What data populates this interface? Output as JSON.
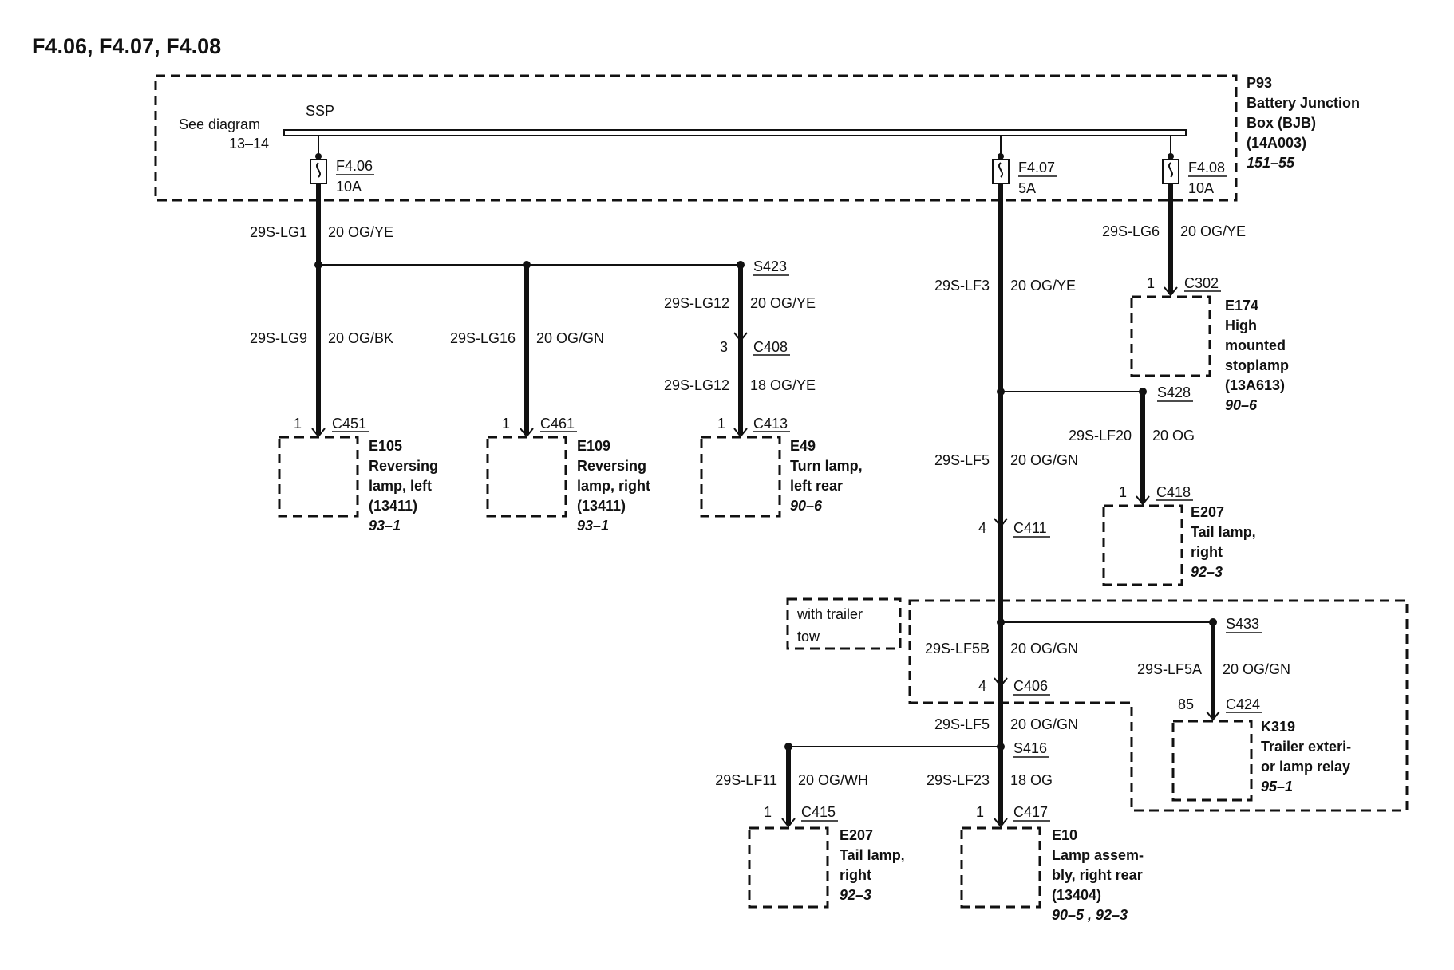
{
  "title": "F4.06, F4.07, F4.08",
  "bjb": {
    "name": "P93",
    "lines": [
      "Battery Junction",
      "Box (BJB)",
      "(14A003)"
    ],
    "ref": "151–55",
    "see_diagram": "See diagram",
    "see_ref": "13–14",
    "bus_label": "SSP"
  },
  "fuses": [
    {
      "id": "F4.06",
      "rating": "10A"
    },
    {
      "id": "F4.07",
      "rating": "5A"
    },
    {
      "id": "F4.08",
      "rating": "10A"
    }
  ],
  "wires": {
    "lg1": {
      "circuit": "29S-LG1",
      "gauge": "20 OG/YE"
    },
    "lg9": {
      "circuit": "29S-LG9",
      "gauge": "20 OG/BK"
    },
    "lg16": {
      "circuit": "29S-LG16",
      "gauge": "20 OG/GN"
    },
    "lg12a": {
      "circuit": "29S-LG12",
      "gauge": "20 OG/YE"
    },
    "lg12b": {
      "circuit": "29S-LG12",
      "gauge": "18 OG/YE"
    },
    "lf3": {
      "circuit": "29S-LF3",
      "gauge": "20 OG/YE"
    },
    "lg6": {
      "circuit": "29S-LG6",
      "gauge": "20 OG/YE"
    },
    "lf20": {
      "circuit": "29S-LF20",
      "gauge": "20 OG"
    },
    "lf5a": {
      "circuit": "29S-LF5",
      "gauge": "20 OG/GN"
    },
    "lf5b": {
      "circuit": "29S-LF5B",
      "gauge": "20 OG/GN"
    },
    "lf5c": {
      "circuit": "29S-LF5",
      "gauge": "20 OG/GN"
    },
    "lf5ax": {
      "circuit": "29S-LF5A",
      "gauge": "20 OG/GN"
    },
    "lf11": {
      "circuit": "29S-LF11",
      "gauge": "20 OG/WH"
    },
    "lf23": {
      "circuit": "29S-LF23",
      "gauge": "18 OG"
    }
  },
  "splices": {
    "s423": "S423",
    "s428": "S428",
    "s433": "S433",
    "s416": "S416"
  },
  "connectors": {
    "c451": {
      "name": "C451",
      "pin": "1"
    },
    "c461": {
      "name": "C461",
      "pin": "1"
    },
    "c408": {
      "name": "C408",
      "pin": "3"
    },
    "c413": {
      "name": "C413",
      "pin": "1"
    },
    "c302": {
      "name": "C302",
      "pin": "1"
    },
    "c418": {
      "name": "C418",
      "pin": "1"
    },
    "c411": {
      "name": "C411",
      "pin": "4"
    },
    "c406": {
      "name": "C406",
      "pin": "4"
    },
    "c424": {
      "name": "C424",
      "pin": "85"
    },
    "c415": {
      "name": "C415",
      "pin": "1"
    },
    "c417": {
      "name": "C417",
      "pin": "1"
    }
  },
  "components": {
    "e105": {
      "lines": [
        "E105",
        "Reversing",
        "lamp, left",
        "(13411)"
      ],
      "ref": "93–1"
    },
    "e109": {
      "lines": [
        "E109",
        "Reversing",
        "lamp, right",
        "(13411)"
      ],
      "ref": "93–1"
    },
    "e49": {
      "lines": [
        "E49",
        "Turn lamp,",
        "left rear"
      ],
      "ref": "90–6"
    },
    "e174": {
      "lines": [
        "E174",
        "High",
        "mounted",
        "stoplamp",
        "(13A613)"
      ],
      "ref": "90–6"
    },
    "e207a": {
      "lines": [
        "E207",
        "Tail lamp,",
        "right"
      ],
      "ref": "92–3"
    },
    "k319": {
      "lines": [
        "K319",
        "Trailer exteri-",
        "or lamp relay"
      ],
      "ref": "95–1"
    },
    "e207b": {
      "lines": [
        "E207",
        "Tail lamp,",
        "right"
      ],
      "ref": "92–3"
    },
    "e10": {
      "lines": [
        "E10",
        "Lamp assem-",
        "bly, right rear",
        "(13404)"
      ],
      "ref": "90–5 , 92–3"
    }
  },
  "trailer_option": [
    "with trailer",
    "tow"
  ]
}
